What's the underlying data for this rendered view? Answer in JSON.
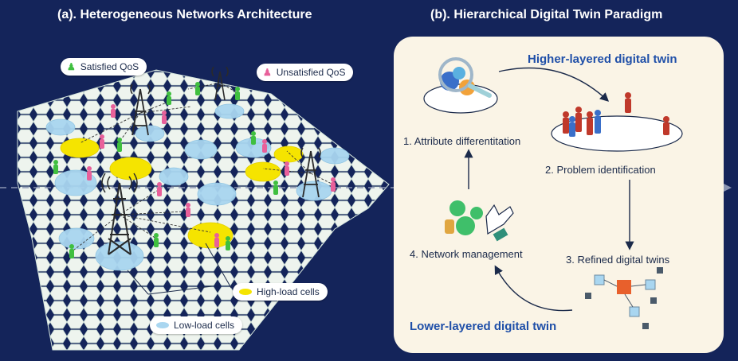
{
  "panel_a": {
    "title": "(a). Heterogeneous Networks Architecture",
    "legend": {
      "satisfied": "Satisfied QoS",
      "unsatisfied": "Unsatisfied QoS",
      "high_load": "High-load cells",
      "low_load": "Low-load cells"
    },
    "cell_label": "((o))"
  },
  "panel_b": {
    "title": "(b). Hierarchical Digital Twin Paradigm",
    "higher_layer": "Higher-layered digital twin",
    "lower_layer": "Lower-layered digital twin",
    "steps": [
      {
        "label": "1. Attribute differentitation"
      },
      {
        "label": "2. Problem identification"
      },
      {
        "label": "3. Refined digital twins"
      },
      {
        "label": "4. Network management"
      }
    ]
  },
  "colors": {
    "background": "#14245a",
    "panel": "#faf4e6",
    "high_load": "#f5e400",
    "low_load": "#a9d6f0",
    "satisfied_user": "#3fbf3f",
    "unsatisfied_user": "#e8609a",
    "accent_title": "#1f4fa8"
  }
}
